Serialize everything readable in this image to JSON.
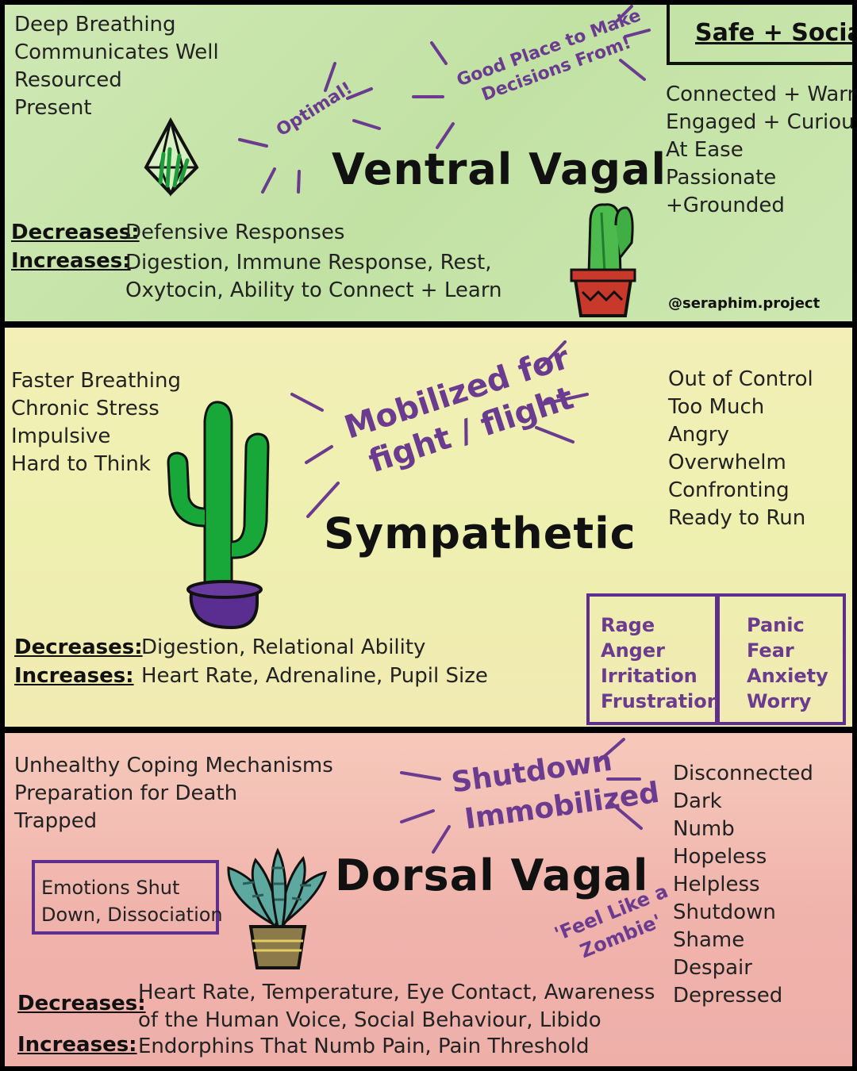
{
  "ventral": {
    "title": "Ventral Vagal",
    "badge": "Safe + Social",
    "left_list": [
      "Deep Breathing",
      "Communicates Well",
      "Resourced",
      "Present"
    ],
    "right_list": [
      "Connected + Warm",
      "Engaged + Curious",
      "At Ease",
      "Passionate",
      "+Grounded"
    ],
    "optimal": "Optimal!",
    "good_place": [
      "Good Place to Make",
      "Decisions From!"
    ],
    "decreases_label": "Decreases:",
    "decreases_value": "Defensive Responses",
    "increases_label": "Increases:",
    "increases_value": [
      "Digestion, Immune Response, Rest,",
      "Oxytocin, Ability to Connect + Learn"
    ],
    "handle": "@seraphim.project"
  },
  "sympathetic": {
    "title": "Sympathetic",
    "callout": [
      "Mobilized for",
      "fight / flight"
    ],
    "left_list": [
      "Faster Breathing",
      "Chronic Stress",
      "Impulsive",
      "Hard to Think"
    ],
    "right_list": [
      "Out of Control",
      "Too Much",
      "Angry",
      "Overwhelm",
      "Confronting",
      "Ready to Run"
    ],
    "box_left": [
      "Rage",
      "Anger",
      "Irritation",
      "Frustration"
    ],
    "box_right": [
      "Panic",
      "Fear",
      "Anxiety",
      "Worry"
    ],
    "decreases_label": "Decreases:",
    "decreases_value": "Digestion, Relational Ability",
    "increases_label": "Increases:",
    "increases_value": "Heart Rate, Adrenaline, Pupil Size"
  },
  "dorsal": {
    "title": "Dorsal Vagal",
    "callout": [
      "Shutdown",
      "Immobilized"
    ],
    "zombie": [
      "'Feel Like a",
      "Zombie'"
    ],
    "left_list": [
      "Unhealthy Coping Mechanisms",
      "Preparation for Death",
      "Trapped"
    ],
    "box": [
      "Emotions Shut",
      "Down, Dissociation"
    ],
    "right_list": [
      "Disconnected",
      "Dark",
      "Numb",
      "Hopeless",
      "Helpless",
      "Shutdown",
      "Shame",
      "Despair",
      "Depressed"
    ],
    "decreases_label": "Decreases:",
    "decreases_value": [
      "Heart Rate, Temperature, Eye Contact, Awareness",
      "of the Human Voice, Social Behaviour, Libido"
    ],
    "increases_label": "Increases:",
    "increases_value": "Endorphins That Numb Pain, Pain Threshold"
  },
  "colors": {
    "purple": "#6a3b8f",
    "ventral_bg": "#c6e4a9",
    "sympathetic_bg": "#f1eeb3",
    "dorsal_bg": "#f0b5ad",
    "cactus_green": "#18a83a"
  },
  "icons": [
    "crystal-terrarium-icon",
    "small-cactus-pot-icon",
    "saguaro-cactus-pot-icon",
    "succulent-pot-icon"
  ]
}
